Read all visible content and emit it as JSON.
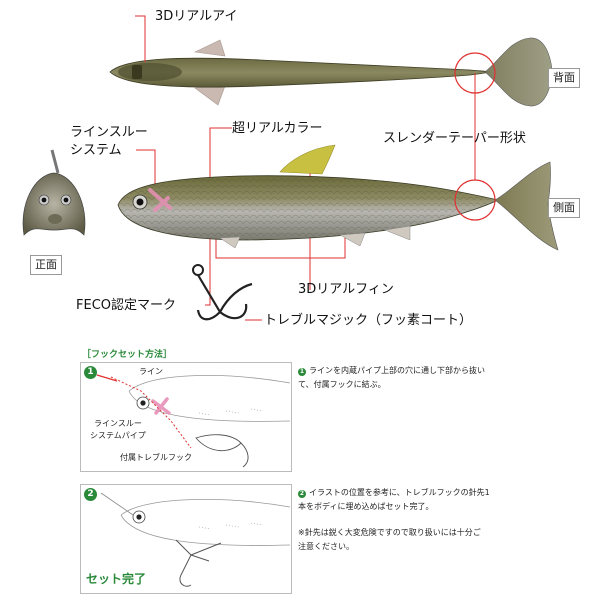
{
  "labels": {
    "real_eye": "3Dリアルアイ",
    "top_view": "背面",
    "line_through_1": "ラインスルー",
    "line_through_2": "システム",
    "super_real_color": "超リアルカラー",
    "slender_taper": "スレンダーテーパー形状",
    "side_view": "側面",
    "front_view": "正面",
    "feco_mark": "FECO認定マーク",
    "real_fin": "3Dリアルフィン",
    "treble_magic": "トレブルマジック（フッ素コート）"
  },
  "hook_setup": {
    "title": "［フックセット方法］",
    "step1": {
      "number": "1",
      "line_label": "ライン",
      "pipe_label_1": "ラインスルー",
      "pipe_label_2": "システムパイプ",
      "hook_label": "付属トレブルフック",
      "note_1": "ラインを内蔵パイプ上部の穴に通し下部から抜い",
      "note_2": "て、付属フックに結ぶ。"
    },
    "step2": {
      "number": "2",
      "note_1": "イラストの位置を参考に、トレブルフックの針先1",
      "note_2": "本をボディに埋め込めばセット完了。",
      "warn_1": "※針先は鋭く大変危険ですので取り扱いには十分ご",
      "warn_2": "注意ください。",
      "done_label": "セット完了"
    }
  },
  "colors": {
    "accent_red": "#e03030",
    "step_green": "#2a8a3a",
    "fin_yellow": "#c8c040"
  }
}
